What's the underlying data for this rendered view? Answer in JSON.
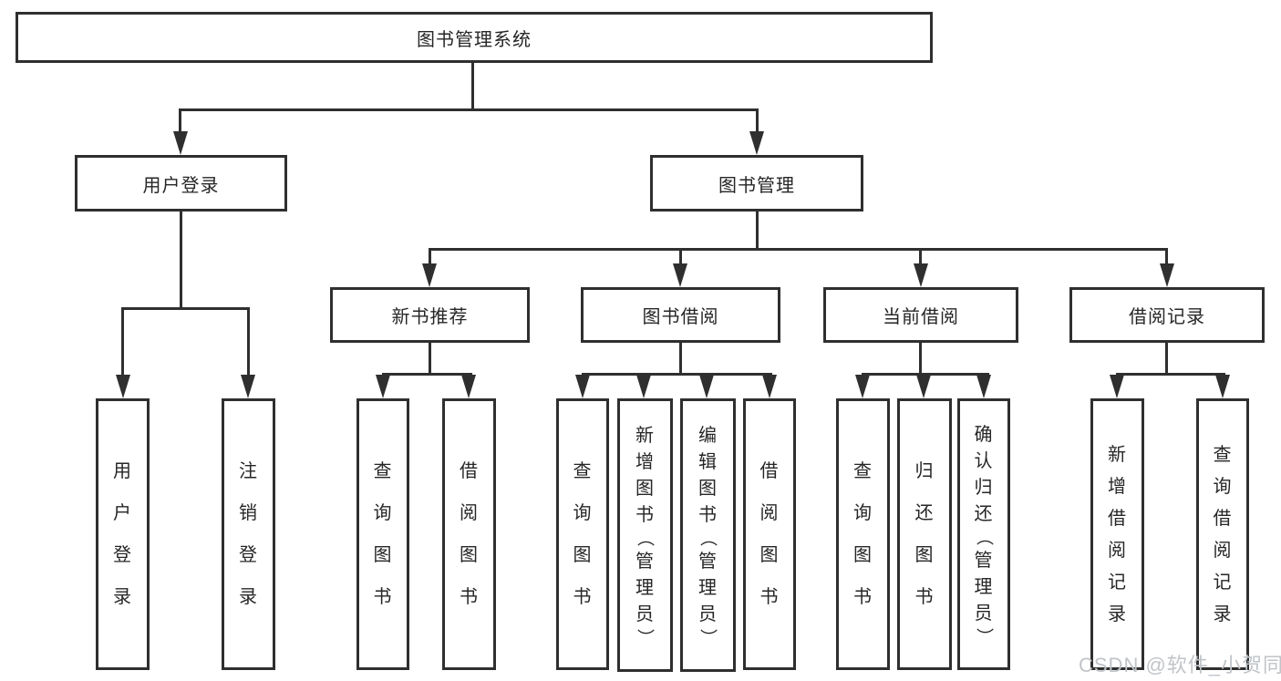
{
  "tree": {
    "root": {
      "label": "图书管理系统"
    },
    "branches": [
      {
        "label": "用户登录",
        "children": [
          {
            "label": "用户登录"
          },
          {
            "label": "注销登录"
          }
        ]
      },
      {
        "label": "图书管理",
        "groups": [
          {
            "label": "新书推荐",
            "children": [
              {
                "label": "查询图书"
              },
              {
                "label": "借阅图书"
              }
            ]
          },
          {
            "label": "图书借阅",
            "children": [
              {
                "label": "查询图书"
              },
              {
                "label": "新增图书（管理员）"
              },
              {
                "label": "编辑图书（管理员）"
              },
              {
                "label": "借阅图书"
              }
            ]
          },
          {
            "label": "当前借阅",
            "children": [
              {
                "label": "查询图书"
              },
              {
                "label": "归还图书"
              },
              {
                "label": "确认归还（管理员）"
              }
            ]
          },
          {
            "label": "借阅记录",
            "children": [
              {
                "label": "新增借阅记录"
              },
              {
                "label": "查询借阅记录"
              }
            ]
          }
        ]
      }
    ]
  },
  "watermark": "CSDN @软件_小贺同学",
  "colors": {
    "line": "#2f2f2f",
    "text": "#262626",
    "watermark": "#c0c4c8",
    "background": "#ffffff"
  }
}
